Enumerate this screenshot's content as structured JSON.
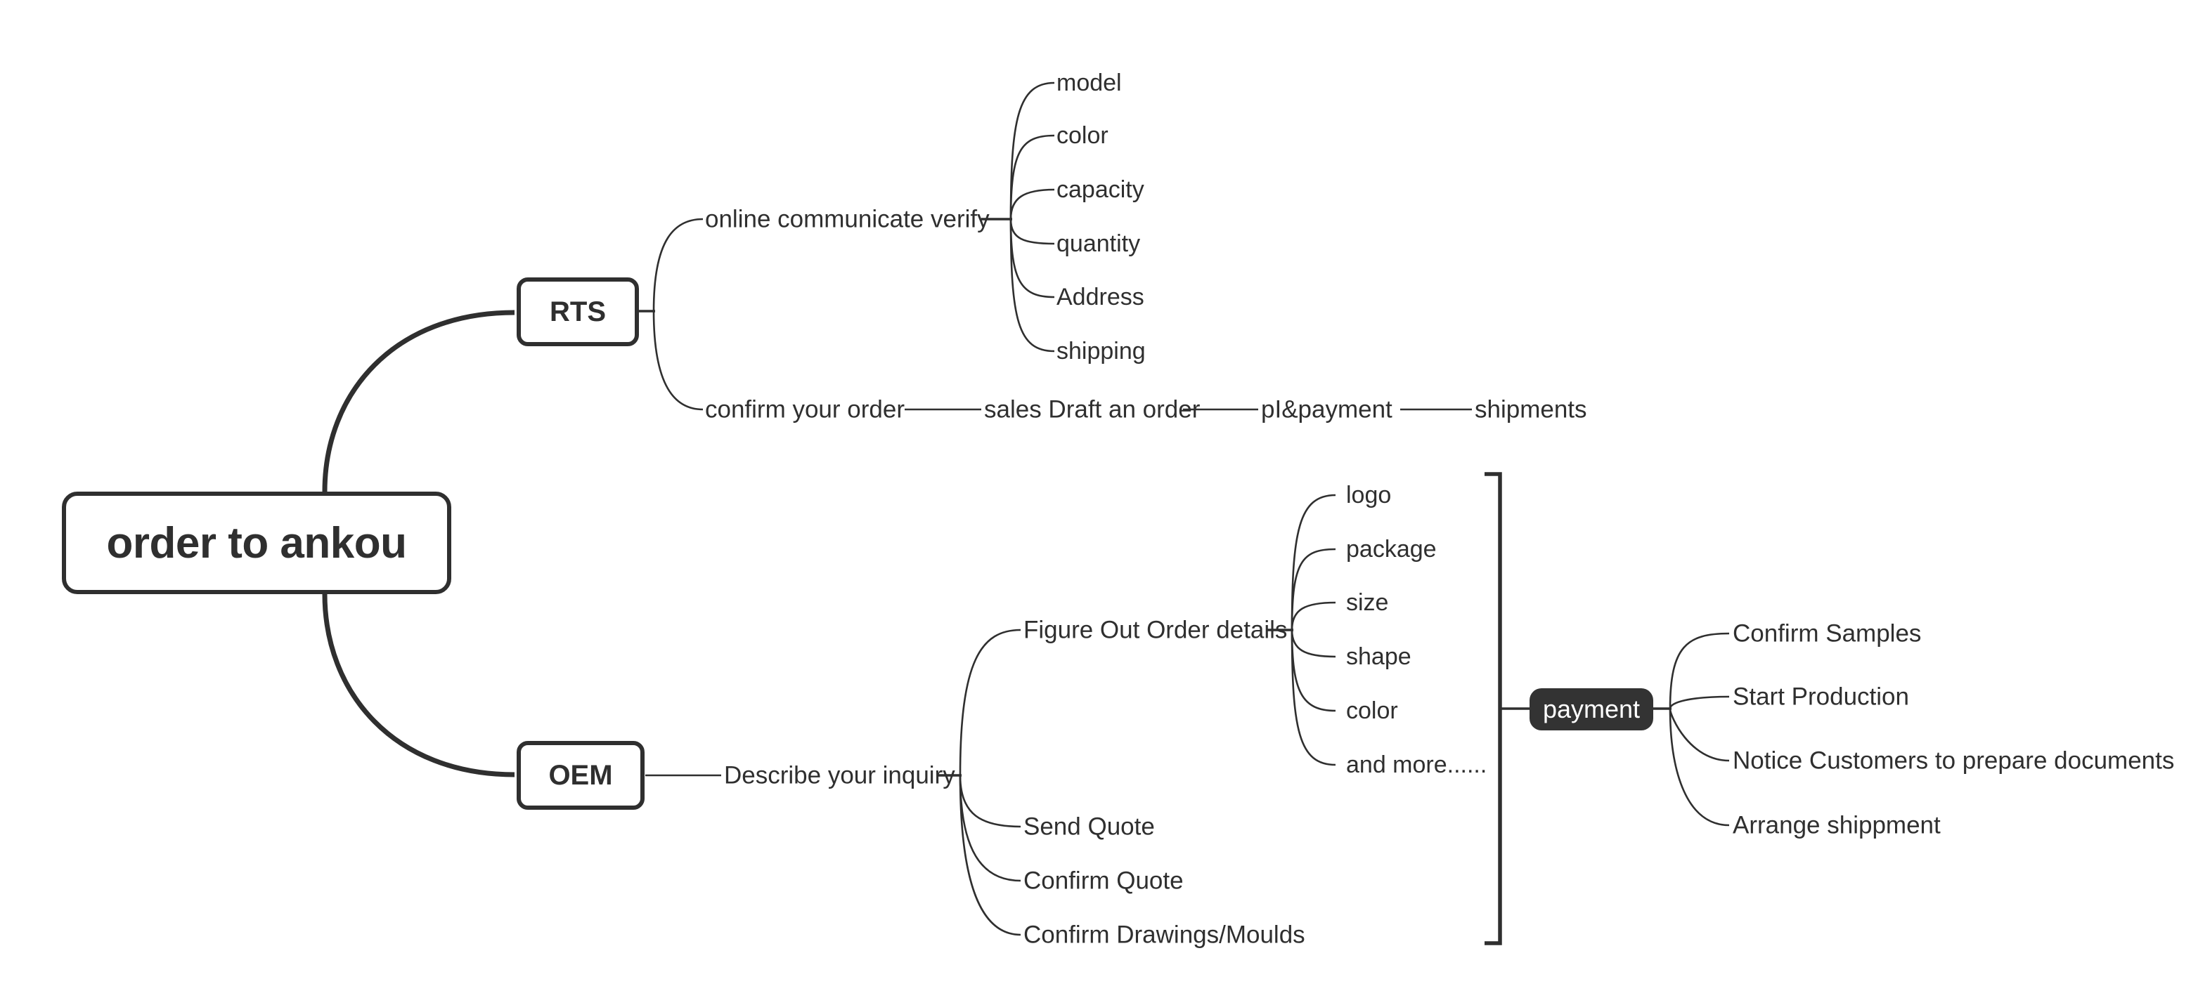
{
  "diagram": {
    "type": "mindmap",
    "title": "order to ankou",
    "colors": {
      "stroke": "#2f2f2f",
      "background": "#ffffff",
      "filled_node_bg": "#333333",
      "filled_node_text": "#ffffff"
    },
    "root": {
      "label": "order to ankou"
    },
    "branches": [
      {
        "id": "rts",
        "label": "RTS",
        "children": [
          {
            "id": "online-communicate-verify",
            "label": "online communicate verify",
            "children": [
              {
                "label": "model"
              },
              {
                "label": "color"
              },
              {
                "label": "capacity"
              },
              {
                "label": "quantity"
              },
              {
                "label": "Address"
              },
              {
                "label": "shipping"
              }
            ]
          },
          {
            "id": "confirm-your-order",
            "label": "confirm your order",
            "chain": [
              {
                "label": "sales Draft an order"
              },
              {
                "label": "pI&payment"
              },
              {
                "label": "shipments"
              }
            ]
          }
        ]
      },
      {
        "id": "oem",
        "label": "OEM",
        "children": [
          {
            "id": "describe-your-inquiry",
            "label": "Describe your inquiry",
            "children": [
              {
                "id": "figure-out-order-details",
                "label": "Figure Out Order details",
                "children": [
                  {
                    "label": "logo"
                  },
                  {
                    "label": "package"
                  },
                  {
                    "label": "size"
                  },
                  {
                    "label": "shape"
                  },
                  {
                    "label": "color"
                  },
                  {
                    "label": "and more......"
                  }
                ]
              },
              {
                "label": "Send Quote"
              },
              {
                "label": "Confirm Quote"
              },
              {
                "label": "Confirm Drawings/Moulds"
              }
            ]
          }
        ]
      }
    ],
    "grouped_stage": {
      "id": "payment",
      "label": "payment",
      "style": "filled",
      "children": [
        {
          "label": "Confirm Samples"
        },
        {
          "label": "Start Production"
        },
        {
          "label": "Notice Customers to prepare documents"
        },
        {
          "label": "Arrange shippment"
        }
      ]
    }
  }
}
